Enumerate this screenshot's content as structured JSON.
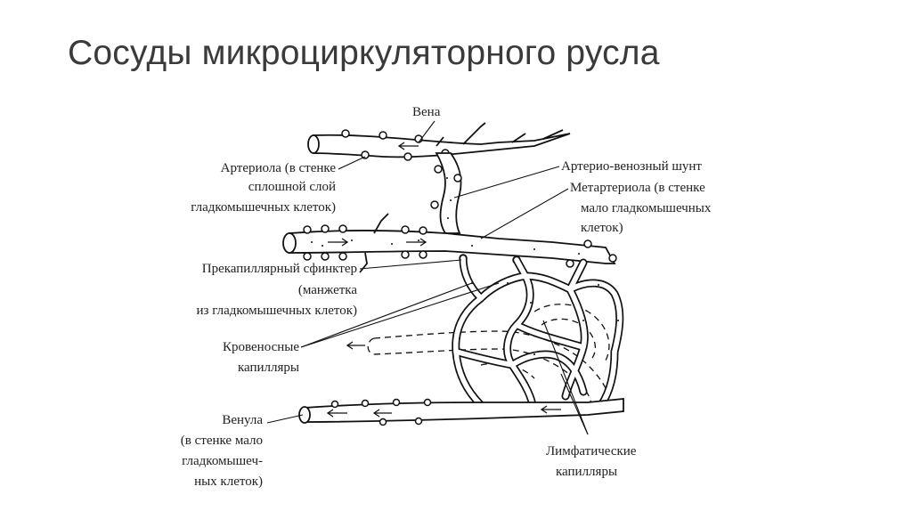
{
  "title": "Сосуды микроциркуляторного русла",
  "labels": {
    "vein": "Вена",
    "arteriole": [
      "Артериола (в стенке",
      "сплошной слой",
      "гладкомышечных клеток)"
    ],
    "av_shunt": "Артерио-венозный шунт",
    "metarteriole": [
      "Метартериола (в стенке",
      "мало гладкомышечных",
      "клеток)"
    ],
    "precap_sphincter": [
      "Прекапиллярный сфинктер",
      "(манжетка",
      "из гладкомышечных клеток)"
    ],
    "blood_capillaries": [
      "Кровеносные",
      "капилляры"
    ],
    "venule": [
      "Венула",
      "(в стенке мало",
      "гладкомышеч-",
      "ных клеток)"
    ],
    "lymph_capillaries": [
      "Лимфатические",
      "капилляры"
    ]
  }
}
